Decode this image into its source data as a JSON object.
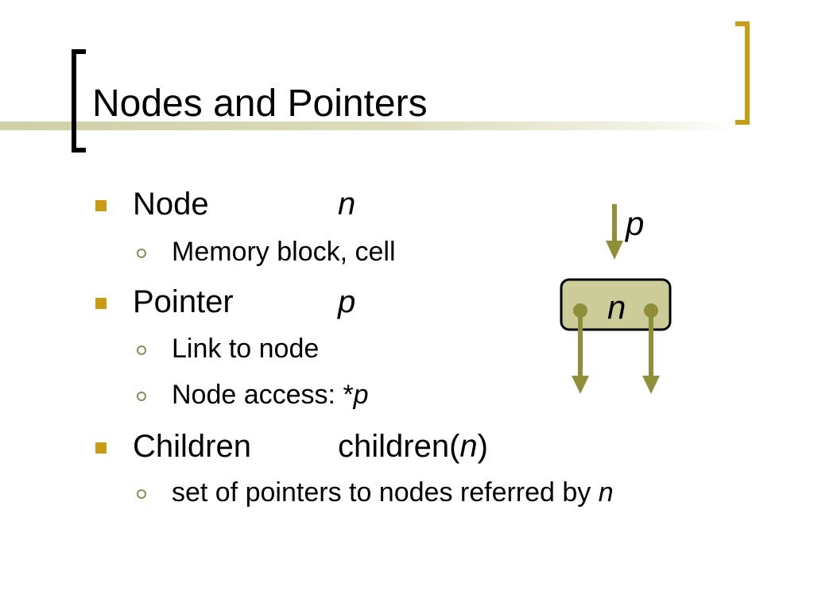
{
  "slide": {
    "title": "Nodes and Pointers",
    "items": [
      {
        "term": "Node",
        "symbol": "n",
        "subs": [
          {
            "text": "Memory block, cell"
          }
        ]
      },
      {
        "term": "Pointer",
        "symbol": "p",
        "subs": [
          {
            "text": "Link to node"
          },
          {
            "text": "Node access: *",
            "ital": "p"
          }
        ]
      },
      {
        "term": "Children",
        "symbol_prefix": "children(",
        "symbol_ital": "n",
        "symbol_suffix": ")",
        "subs": [
          {
            "text": "set of pointers to nodes referred by ",
            "ital": "n"
          }
        ]
      }
    ]
  },
  "diagram": {
    "pointer_label": "p",
    "node_label": "n",
    "colors": {
      "node_fill": "#cccc99",
      "arrow": "#8f8f3a",
      "border": "#000000"
    }
  },
  "colors": {
    "bullet": "#c99c14",
    "right_bracket": "#c99c14",
    "sub_marker": "#8a8c58"
  }
}
